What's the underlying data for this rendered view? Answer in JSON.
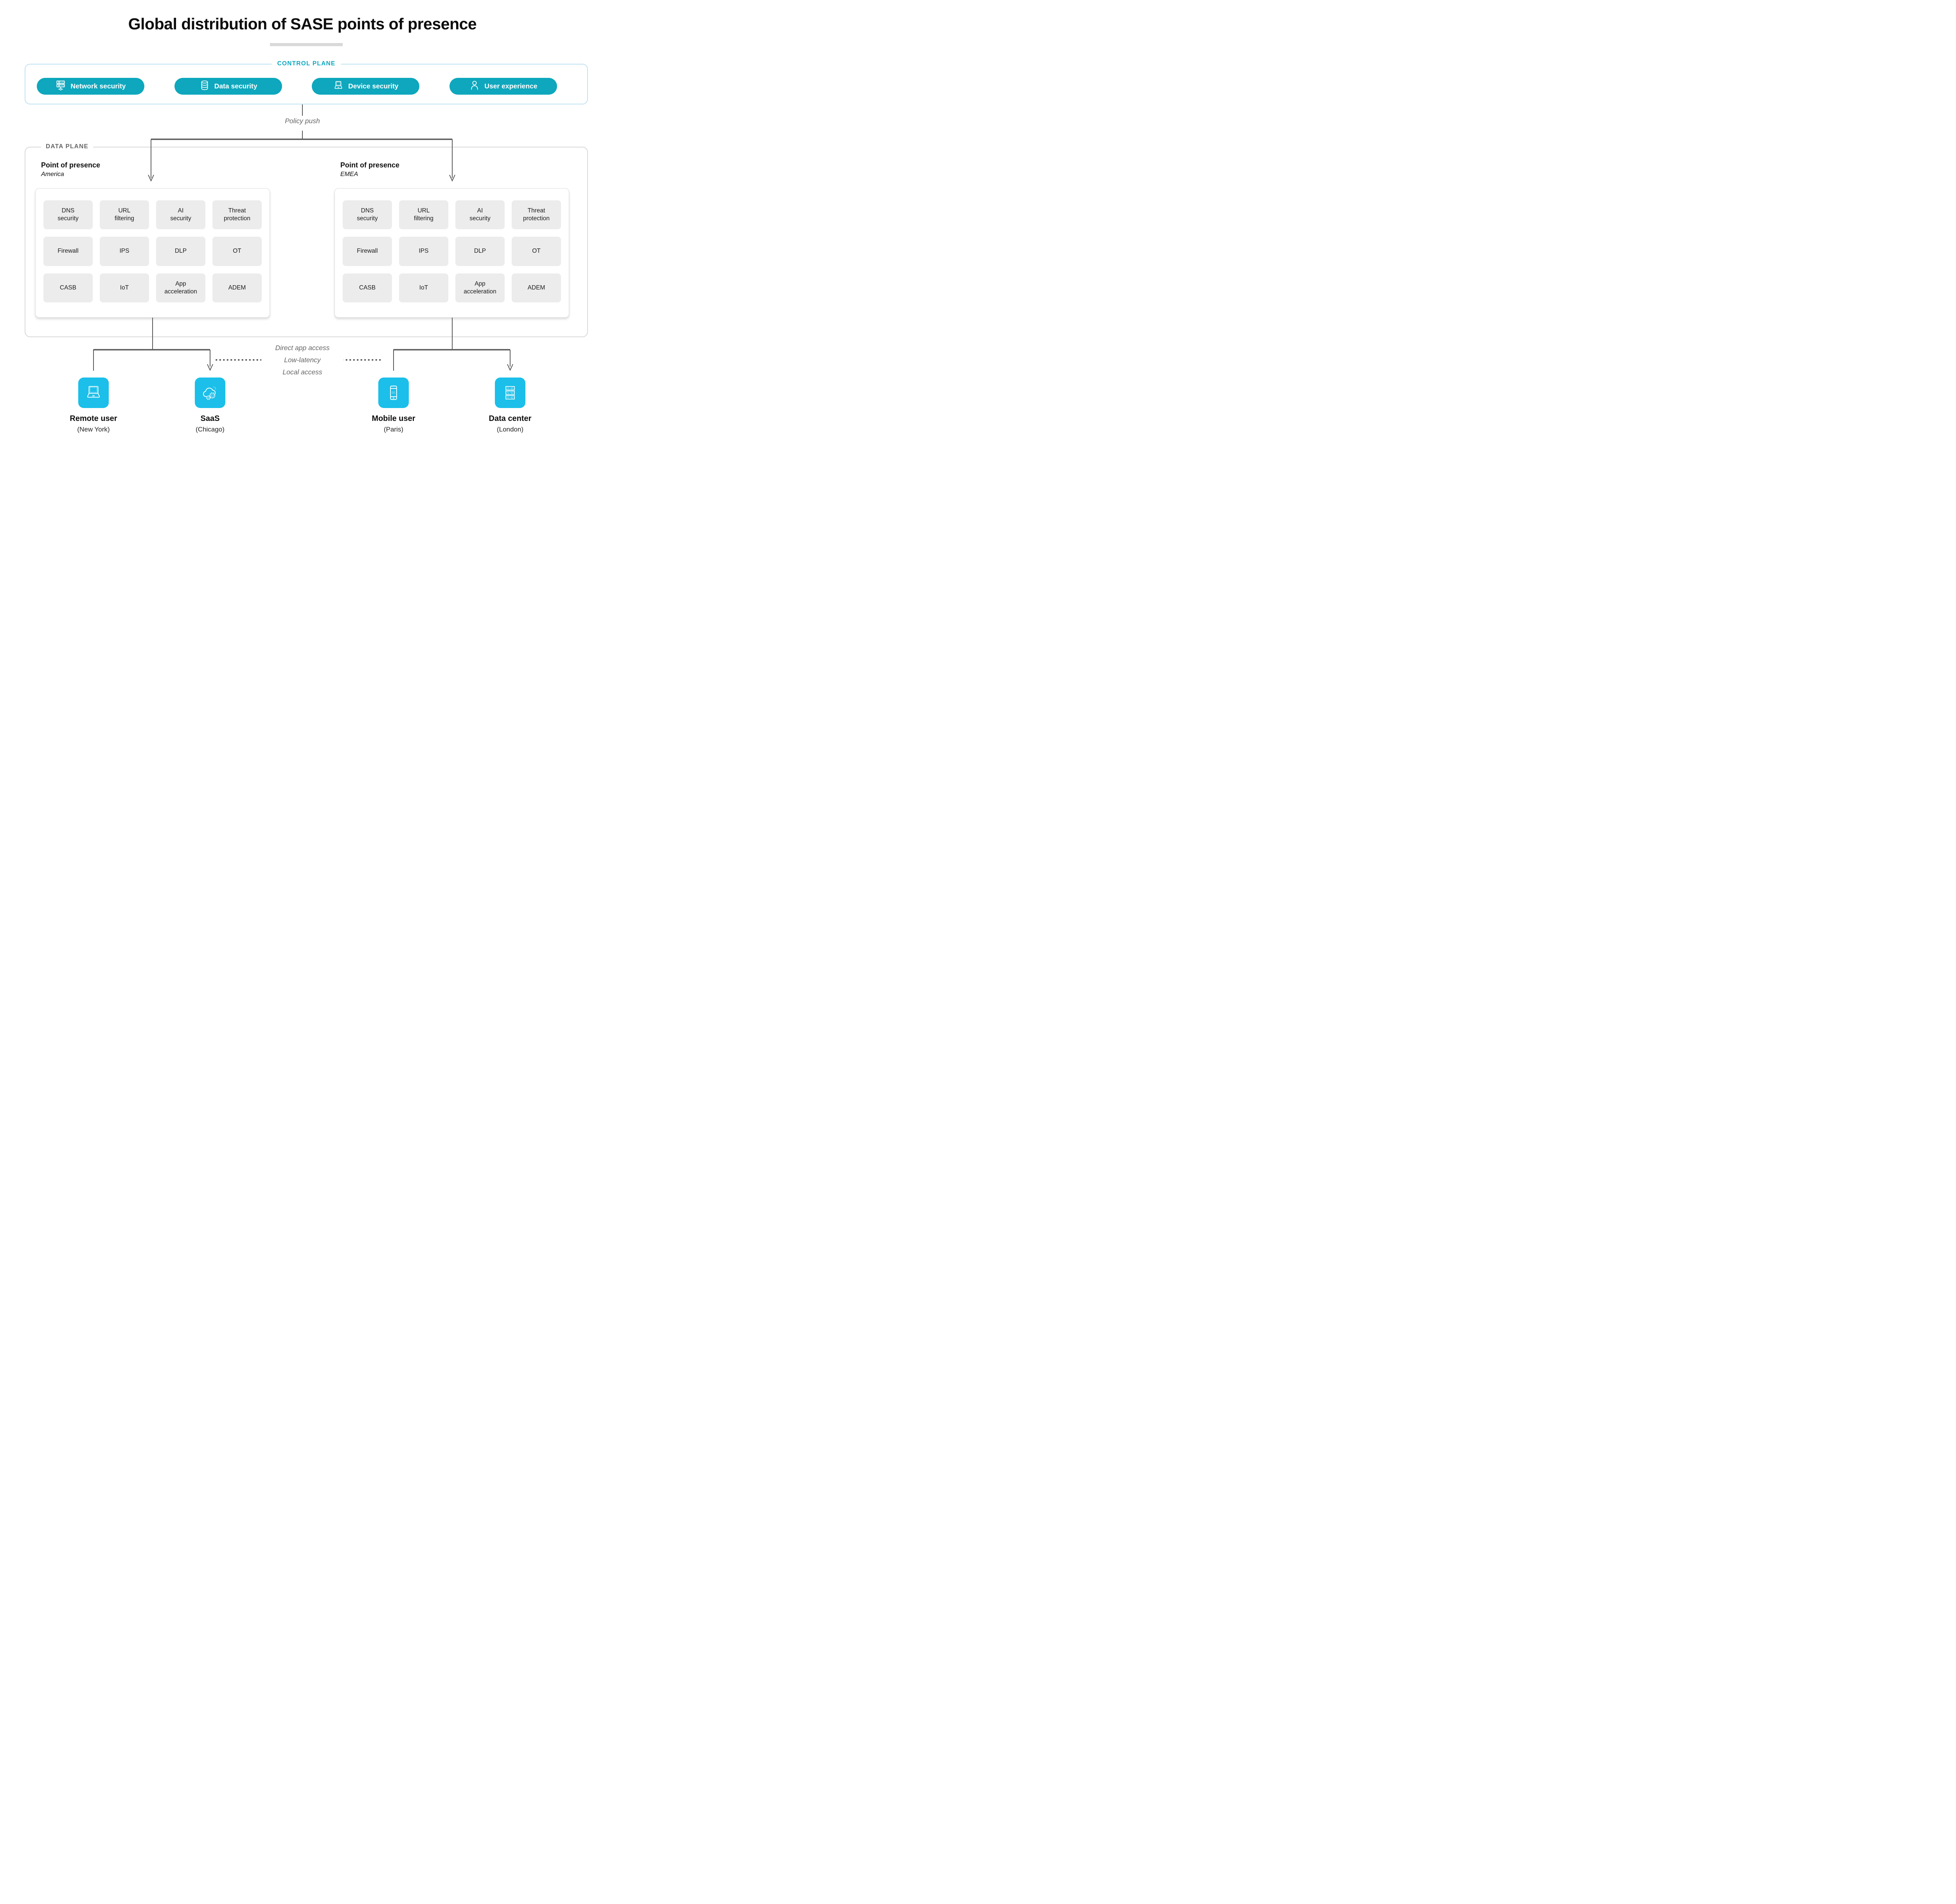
{
  "title": "Global distribution of SASE points of presence",
  "control_plane": {
    "label": "CONTROL PLANE",
    "items": [
      {
        "label": "Network security",
        "icon": "network-security-icon"
      },
      {
        "label": "Data security",
        "icon": "data-security-icon"
      },
      {
        "label": "Device security",
        "icon": "device-security-icon"
      },
      {
        "label": "User experience",
        "icon": "user-experience-icon"
      }
    ]
  },
  "policy_push_label": "Policy push",
  "data_plane": {
    "label": "DATA PLANE",
    "pops": [
      {
        "title": "Point of presence",
        "region": "America",
        "services": [
          "DNS\nsecurity",
          "URL\nfiltering",
          "AI\nsecurity",
          "Threat\nprotection",
          "Firewall",
          "IPS",
          "DLP",
          "OT",
          "CASB",
          "IoT",
          "App\nacceleration",
          "ADEM"
        ]
      },
      {
        "title": "Point of presence",
        "region": "EMEA",
        "services": [
          "DNS\nsecurity",
          "URL\nfiltering",
          "AI\nsecurity",
          "Threat\nprotection",
          "Firewall",
          "IPS",
          "DLP",
          "OT",
          "CASB",
          "IoT",
          "App\nacceleration",
          "ADEM"
        ]
      }
    ]
  },
  "flow_labels": [
    "Direct app access",
    "Low-latency",
    "Local access"
  ],
  "endpoints": [
    {
      "name": "Remote user",
      "location": "(New York)",
      "icon": "laptop-icon"
    },
    {
      "name": "SaaS",
      "location": "(Chicago)",
      "icon": "cloud-gears-icon"
    },
    {
      "name": "Mobile user",
      "location": "(Paris)",
      "icon": "smartphone-icon"
    },
    {
      "name": "Data center",
      "location": "(London)",
      "icon": "server-stack-icon"
    }
  ],
  "colors": {
    "accent_teal": "#0ea7bd",
    "accent_cyan": "#1bbfe9",
    "control_plane_border": "#c0e3f2",
    "data_plane_border": "#d9d9d9",
    "connector_line": "#595959",
    "dotted_line": "#cccccc",
    "service_cell_bg": "#ececec",
    "text_dark": "#111111",
    "text_gray": "#666666"
  }
}
